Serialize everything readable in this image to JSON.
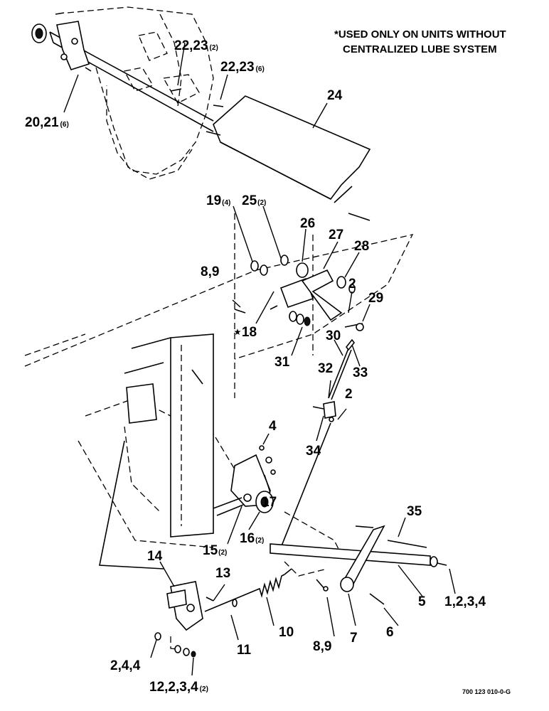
{
  "note": {
    "line1": "*USED ONLY ON UNITS WITHOUT",
    "line2": "CENTRALIZED LUBE SYSTEM"
  },
  "drawing_code": "700 123 010-0-G",
  "callouts": {
    "c22_23_2": {
      "main": "22,23",
      "qty": "(2)"
    },
    "c22_23_6": {
      "main": "22,23",
      "qty": "(6)"
    },
    "c20_21_6": {
      "main": "20,21",
      "qty": "(6)"
    },
    "c24": {
      "main": "24"
    },
    "c19_4": {
      "main": "19",
      "qty": "(4)"
    },
    "c25_2": {
      "main": "25",
      "qty": "(2)"
    },
    "c26": {
      "main": "26"
    },
    "c27": {
      "main": "27"
    },
    "c28": {
      "main": "28"
    },
    "c8_9_top": {
      "main": "8,9"
    },
    "c2_top": {
      "main": "2"
    },
    "c29": {
      "main": "29"
    },
    "c18": {
      "main": "⋆18"
    },
    "c31": {
      "main": "31"
    },
    "c30": {
      "main": "30"
    },
    "c32": {
      "main": "32"
    },
    "c33": {
      "main": "33"
    },
    "c2_mid": {
      "main": "2"
    },
    "c34": {
      "main": "34"
    },
    "c4": {
      "main": "4"
    },
    "c17": {
      "main": "17"
    },
    "c16_2": {
      "main": "16",
      "qty": "(2)"
    },
    "c15_2": {
      "main": "15",
      "qty": "(2)"
    },
    "c35": {
      "main": "35"
    },
    "c14": {
      "main": "14"
    },
    "c13": {
      "main": "13"
    },
    "c5": {
      "main": "5"
    },
    "c1_2_3_4": {
      "main": "1,2,3,4"
    },
    "c6": {
      "main": "6"
    },
    "c10": {
      "main": "10"
    },
    "c7": {
      "main": "7"
    },
    "c11": {
      "main": "11"
    },
    "c8_9_bot": {
      "main": "8,9"
    },
    "c2_4_4": {
      "main": "2,4,4"
    },
    "c12_2_3_4_2": {
      "main": "12,2,3,4",
      "qty": "(2)"
    }
  }
}
